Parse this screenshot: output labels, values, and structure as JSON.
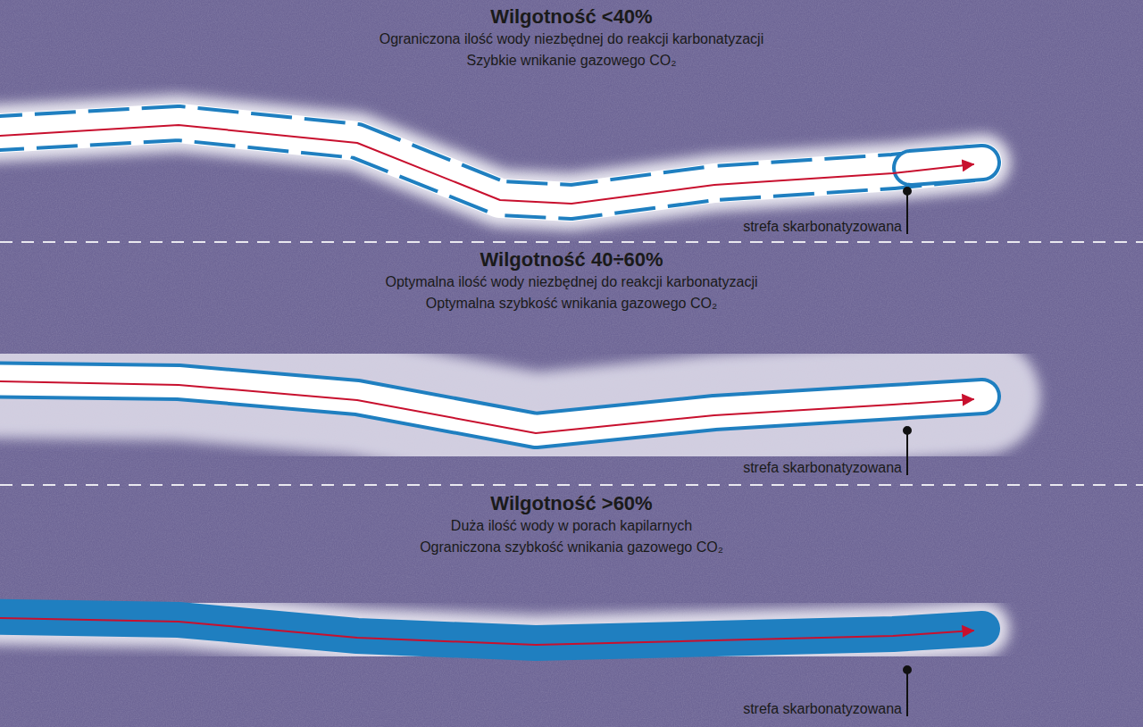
{
  "diagram": {
    "nodes": [
      {
        "text": [
          "Wilgotność <40%",
          "Ograniczona ilość wody niezbędnej do reakcji karbonatyzacji",
          "Szybkie wnikanie gazowego CO₂"
        ]
      },
      {
        "text": [
          "Wilgotność 40÷60%",
          "Optymalna ilość wody niezbędnej do reakcji karbonatyzacji",
          "Optymalna szybkość wnikania gazowego CO₂"
        ]
      },
      {
        "text": [
          "Wilgotność >60%",
          "Duża ilość wody w porach kapilarnych",
          "Ograniczona szybkość wnikania gazowego CO₂"
        ]
      }
    ],
    "labels": [
      "strefa skarbonatyzowana",
      "strefa skarbonatyzowana",
      "strefa skarbonatyzowana"
    ]
  }
}
